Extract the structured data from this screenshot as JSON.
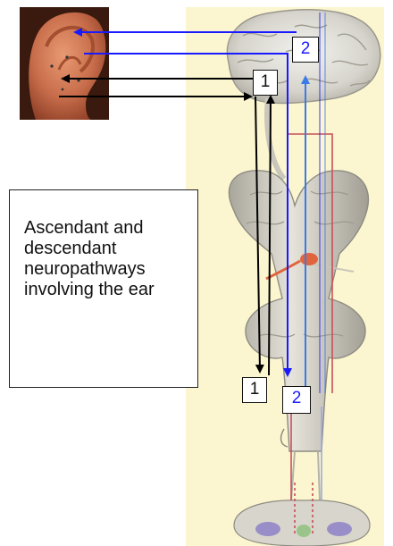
{
  "caption": "Ascendant and descendant neuropathways involving the ear",
  "labels": {
    "pathway_1_top": "1",
    "pathway_2_top": "2",
    "pathway_1_bottom": "1",
    "pathway_2_bottom": "2"
  },
  "colors": {
    "pathway_1": "#000000",
    "pathway_2_dark": "#1a1aff",
    "pathway_2_light": "#3a7be8",
    "background_panel": "#fbf6cf",
    "neural_red": "#c8505a",
    "skin": "#d4795a"
  }
}
